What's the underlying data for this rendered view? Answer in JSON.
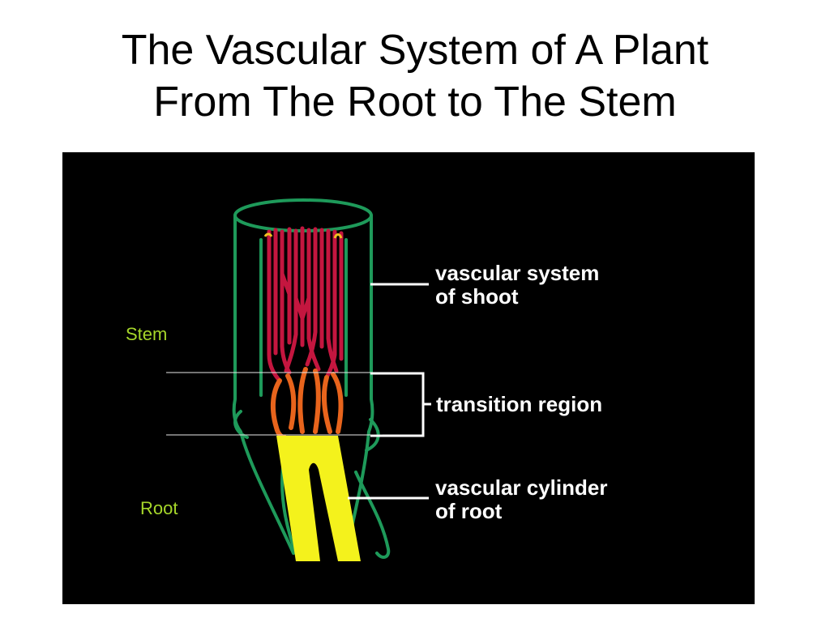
{
  "slide": {
    "title_line1": "The Vascular System of A Plant",
    "title_line2": "From The Root to The Stem"
  },
  "figure": {
    "labels": {
      "shoot_line1": "vascular system",
      "shoot_line2": "of shoot",
      "transition": "transition region",
      "root_line1": "vascular cylinder",
      "root_line2": "of root"
    },
    "side_labels": {
      "stem": "Stem",
      "root": "Root"
    },
    "colors": {
      "background": "#000000",
      "outline": "#1e9a5a",
      "shoot_vascular": "#c4163f",
      "transition": "#e8641c",
      "root_vascular": "#f4f21c",
      "label_text": "#ffffff",
      "side_label": "#a6d62a"
    }
  }
}
